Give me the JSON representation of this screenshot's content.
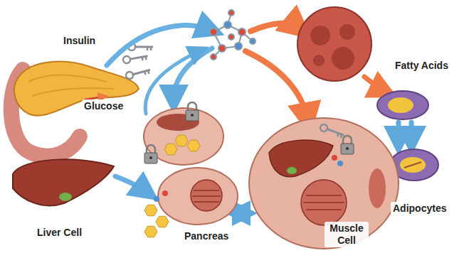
{
  "diagram": {
    "labels": [
      "Insulin",
      "Glucose",
      "Fatty Acids",
      "Liver Cell",
      "Pancreas",
      "Muscle Cell",
      "Adipocytes"
    ]
  }
}
